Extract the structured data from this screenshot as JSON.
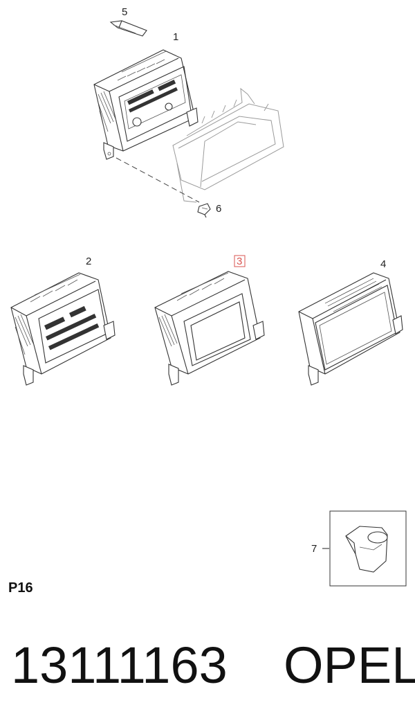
{
  "diagram": {
    "callouts": {
      "c1": "1",
      "c2": "2",
      "c3": "3",
      "c4": "4",
      "c5": "5",
      "c6": "6",
      "c7": "7"
    },
    "highlighted_callout": "3"
  },
  "footer": {
    "sheet": "P16",
    "part_number": "13111163",
    "brand": "OPEL"
  }
}
